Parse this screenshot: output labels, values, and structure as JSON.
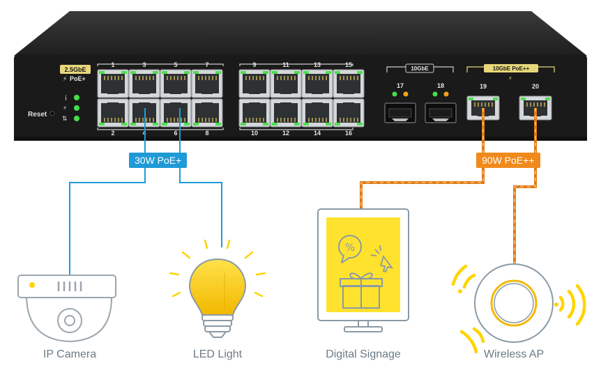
{
  "switch": {
    "group_labels": {
      "rj45": "2.5GbE",
      "rj45_poe": "PoE+",
      "sfp": "10GbE",
      "poe_pp": "10GbE PoE++"
    },
    "reset_label": "Reset",
    "status_icons": [
      "info-icon",
      "power-icon",
      "network-icon"
    ],
    "ports_top": [
      "1",
      "3",
      "5",
      "7",
      "9",
      "11",
      "13",
      "15"
    ],
    "ports_bottom": [
      "2",
      "4",
      "6",
      "8",
      "10",
      "12",
      "14",
      "16"
    ],
    "sfp_ports": [
      "17",
      "18"
    ],
    "poe_pp_ports": [
      "19",
      "20"
    ]
  },
  "connections": {
    "poe_plus": {
      "label": "30W PoE+",
      "color": "#1e9ad6"
    },
    "poe_plusplus": {
      "label": "90W PoE++",
      "color": "#f08a1c"
    }
  },
  "devices": {
    "camera": {
      "label": "IP Camera"
    },
    "light": {
      "label": "LED Light"
    },
    "signage": {
      "label": "Digital Signage"
    },
    "ap": {
      "label": "Wireless AP"
    }
  },
  "colors": {
    "accent_yellow": "#ffd400",
    "switch_body": "#1c1c1c",
    "label_gray": "#6a7a85"
  }
}
